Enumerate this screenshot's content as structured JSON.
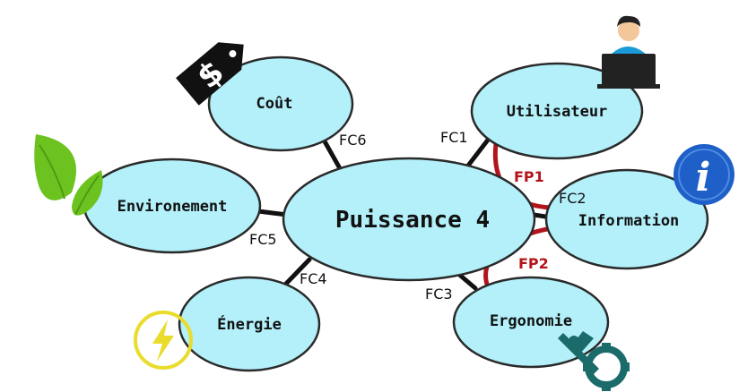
{
  "diagram": {
    "center": {
      "label": "Puissance 4"
    },
    "nodes": {
      "cout": "Coût",
      "utilisateur": "Utilisateur",
      "environement": "Environement",
      "information": "Information",
      "energie": "Énergie",
      "ergonomie": "Ergonomie"
    },
    "links": {
      "fc1": "FC1",
      "fc2": "FC2",
      "fc3": "FC3",
      "fc4": "FC4",
      "fc5": "FC5",
      "fc6": "FC6",
      "fp1": "FP1",
      "fp2": "FP2"
    },
    "price_tag_symbol": "$",
    "info_symbol": "i"
  },
  "colors": {
    "bubble_fill": "#b3f0fa",
    "bubble_stroke": "#2a2a2a",
    "fc_line": "#111111",
    "fp_line": "#b3141b",
    "leaf": "#6cc31f",
    "info_blue": "#1e5fc8",
    "bolt_yellow": "#e9dc2c",
    "gear_teal": "#1b6b6b"
  }
}
